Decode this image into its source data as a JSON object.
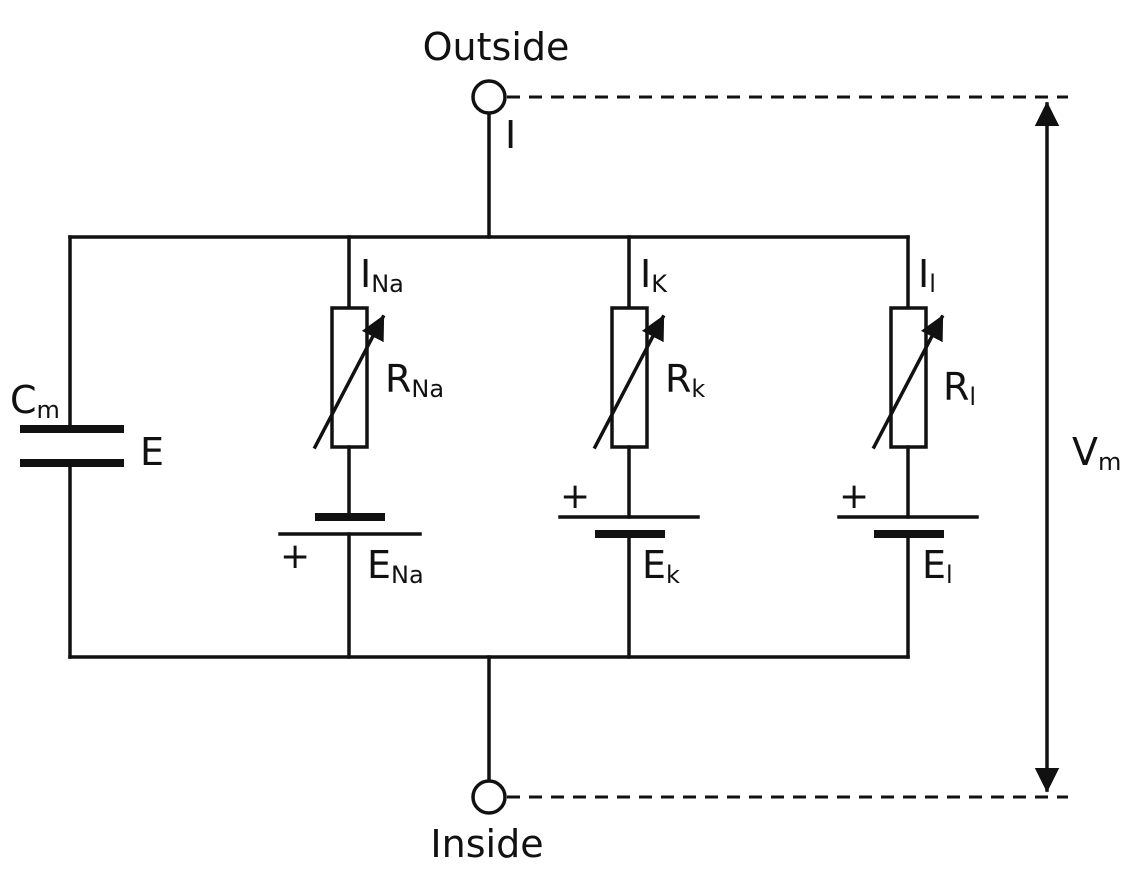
{
  "terminals": {
    "outside": "Outside",
    "inside": "Inside"
  },
  "current_total": "I",
  "capacitor": {
    "symbol": "C",
    "sub": "m",
    "potential": "E"
  },
  "branches": [
    {
      "current": {
        "symbol": "I",
        "sub": "Na"
      },
      "resistor": {
        "symbol": "R",
        "sub": "Na"
      },
      "battery": {
        "symbol": "E",
        "sub": "Na"
      },
      "polarity": "+"
    },
    {
      "current": {
        "symbol": "I",
        "sub": "K"
      },
      "resistor": {
        "symbol": "R",
        "sub": "k"
      },
      "battery": {
        "symbol": "E",
        "sub": "k"
      },
      "polarity": "+"
    },
    {
      "current": {
        "symbol": "I",
        "sub": "l"
      },
      "resistor": {
        "symbol": "R",
        "sub": "l"
      },
      "battery": {
        "symbol": "E",
        "sub": "l"
      },
      "polarity": "+"
    }
  ],
  "membrane_voltage": {
    "symbol": "V",
    "sub": "m"
  },
  "colors": {
    "ink": "#111111",
    "background": "#ffffff"
  }
}
